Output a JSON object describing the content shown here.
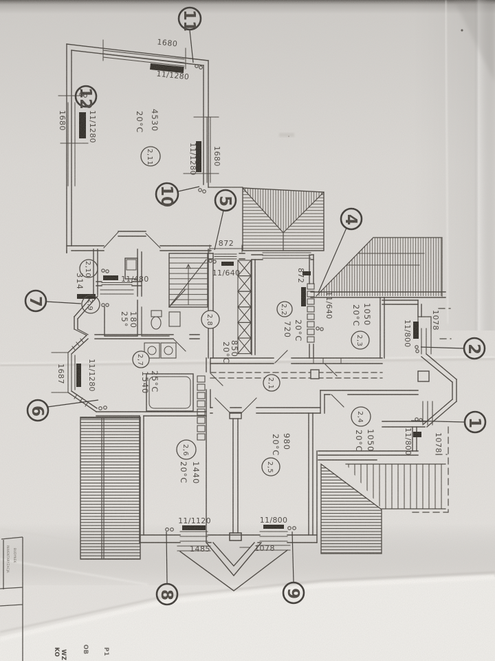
{
  "scene": {
    "kind": "scanned architectural floor plan photo",
    "orientation": "plan rotated 90 degrees on paper"
  },
  "colors": {
    "paper": "#e7e4e0",
    "paper_shadow": "#b3afab",
    "paper_light": "#f1efeb",
    "ink": "#3f3a35",
    "ink_soft": "#56504a",
    "bar": "#26221e",
    "teal": "#27898c"
  },
  "rooms": [
    {
      "no": "2,11",
      "area": "4530",
      "temp": "20°C"
    },
    {
      "no": "2,10",
      "area": "314",
      "temp": ""
    },
    {
      "no": "2,9",
      "area": "180",
      "temp": "25°"
    },
    {
      "no": "2,8",
      "area": "850",
      "temp": "20°C"
    },
    {
      "no": "2,7",
      "area": "1540",
      "temp": "25°C"
    },
    {
      "no": "2,6",
      "area": "1440",
      "temp": "20°C"
    },
    {
      "no": "2,5",
      "area": "980",
      "temp": "20°C"
    },
    {
      "no": "2,4",
      "area": "1050",
      "temp": "20°C"
    },
    {
      "no": "2,3",
      "area": "1050",
      "temp": "20°C"
    },
    {
      "no": "2,2",
      "area": "720",
      "temp": "20°C"
    },
    {
      "no": "2,1",
      "area": "",
      "temp": ""
    }
  ],
  "windows": [
    {
      "id": "top",
      "label": "11/1280",
      "dim": "1680"
    },
    {
      "id": "left",
      "label": "11/1280",
      "dim": "1680"
    },
    {
      "id": "right",
      "label": "11/1280",
      "dim": "1680"
    },
    {
      "id": "mid-top",
      "label": "11/640",
      "dim": "872"
    },
    {
      "id": "mid-right",
      "label": "11/640",
      "dim": "872"
    },
    {
      "id": "bay-ne",
      "label": "11/800",
      "dim": "1078"
    },
    {
      "id": "bay-se",
      "label": "11/800",
      "dim": "1078"
    },
    {
      "id": "south-25",
      "label": "11/800",
      "dim": "1078"
    },
    {
      "id": "south-26",
      "label": "11/1120",
      "dim": "1485"
    },
    {
      "id": "west-bay",
      "label": "11/1280",
      "dim": "1687"
    },
    {
      "id": "storage",
      "label": "11/480",
      "dim": ""
    }
  ],
  "markers": [
    "1",
    "2",
    "4",
    "5",
    "6",
    "7",
    "8",
    "9",
    "10",
    "11",
    "12"
  ],
  "stamps": {
    "titleblock": "INWENTARYZACJA",
    "titleblock2": "BUDYNEK",
    "teal1": "KO",
    "teal2": "WZ",
    "teal3": "OB",
    "teal4": "P1"
  }
}
